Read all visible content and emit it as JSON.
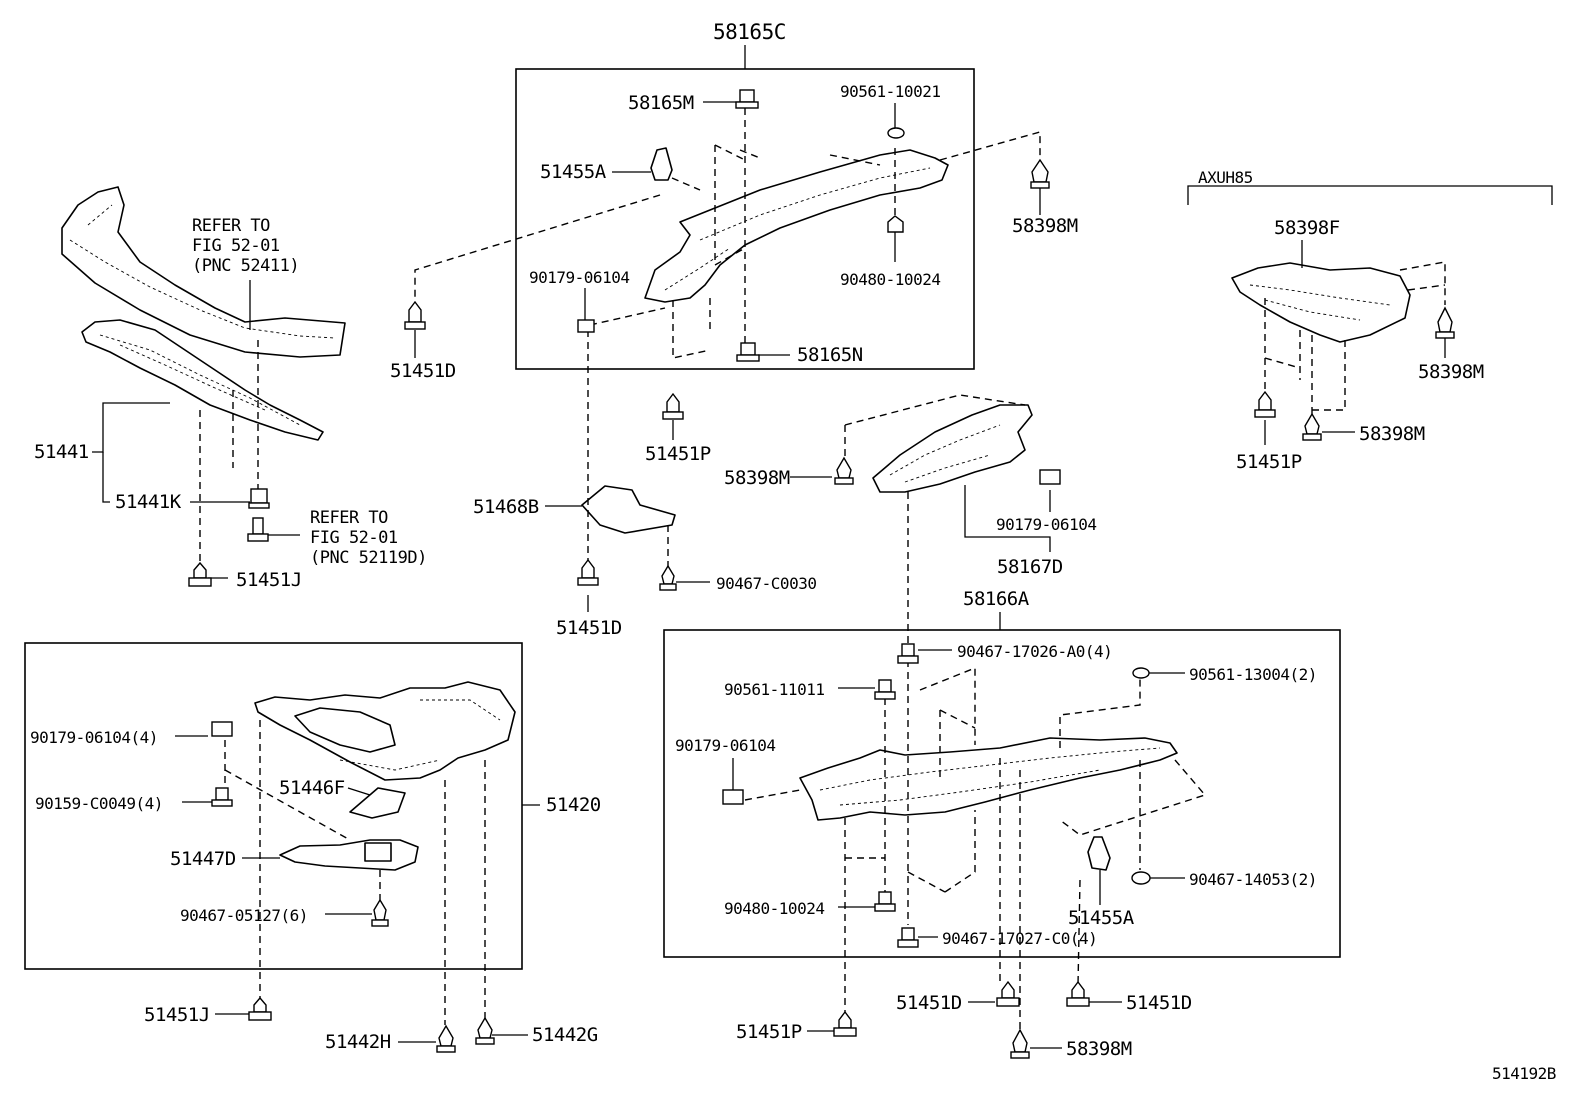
{
  "labels": {
    "p58165C": "58165C",
    "p58165M": "58165M",
    "p90561_10021": "90561-10021",
    "p51455A_top": "51455A",
    "p58398M_top": "58398M",
    "p90179_06104_top": "90179-06104",
    "p90480_10024_top": "90480-10024",
    "p58165N": "58165N",
    "p51451D_left": "51451D",
    "p51451P_top": "51451P",
    "refer_a1": "REFER TO",
    "refer_a2": "FIG 52-01",
    "refer_a3": "(PNC 52411)",
    "p51441": "51441",
    "p51441K": "51441K",
    "refer_b1": "REFER TO",
    "refer_b2": "FIG 52-01",
    "refer_b3": "(PNC 52119D)",
    "p51451J_top": "51451J",
    "p51468B": "51468B",
    "p90467_C0030": "90467-C0030",
    "p51451D_mid": "51451D",
    "p58398M_mid": "58398M",
    "p90179_06104_mid": "90179-06104",
    "p58167D": "58167D",
    "p58166A": "58166A",
    "axuh85": "AXUH85",
    "p58398F": "58398F",
    "p58398M_r1": "58398M",
    "p51451P_r": "51451P",
    "p58398M_r2": "58398M",
    "p90179_06104_4": "90179-06104(4)",
    "p90159_C0049_4": "90159-C0049(4)",
    "p51446F": "51446F",
    "p51420": "51420",
    "p51447D": "51447D",
    "p90467_05127_6": "90467-05127(6)",
    "p51451J_bot": "51451J",
    "p51442H": "51442H",
    "p51442G": "51442G",
    "p90467_17026": "90467-17026-A0(4)",
    "p90561_11011": "90561-11011",
    "p90561_13004": "90561-13004(2)",
    "p90179_06104_box": "90179-06104",
    "p90467_14053": "90467-14053(2)",
    "p90480_10024_box": "90480-10024",
    "p51455A_box": "51455A",
    "p90467_17027": "90467-17027-C0(4)",
    "p51451D_b1": "51451D",
    "p51451D_b2": "51451D",
    "p51451P_bot": "51451P",
    "p58398M_bot": "58398M",
    "fig_id": "514192B"
  }
}
